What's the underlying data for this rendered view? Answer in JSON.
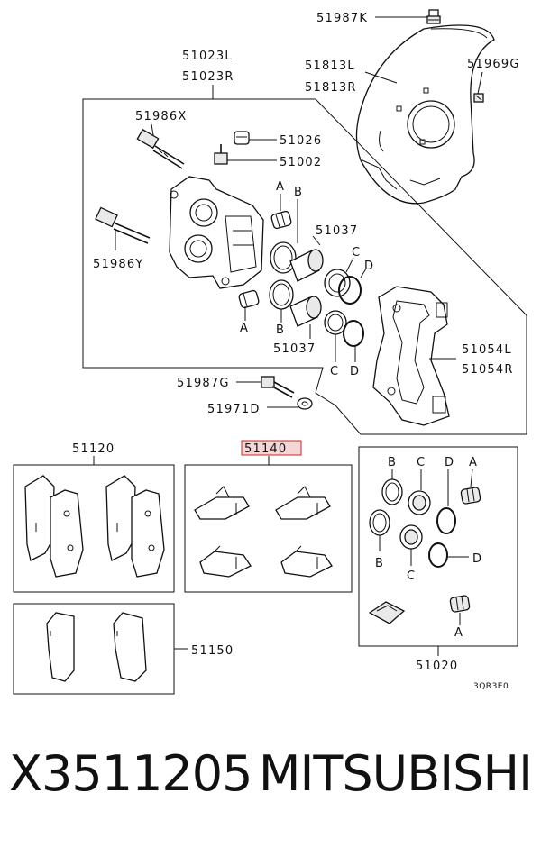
{
  "labels": {
    "p51987k": "51987K",
    "p51023l": "51023L",
    "p51023r": "51023R",
    "p51813l": "51813L",
    "p51813r": "51813R",
    "p51969g": "51969G",
    "p51986x": "51986X",
    "p51026": "51026",
    "p51002": "51002",
    "p51986y": "51986Y",
    "p51037a": "51037",
    "p51037b": "51037",
    "p51054l": "51054L",
    "p51054r": "51054R",
    "p51987g": "51987G",
    "p51971d": "51971D",
    "p51120": "51120",
    "p51140": "51140",
    "p51150": "51150",
    "p51020": "51020",
    "code": "3QR3E0"
  },
  "letters": {
    "a": "A",
    "b": "B",
    "c": "C",
    "d": "D"
  },
  "caption": {
    "part_number": "X3511205",
    "brand": "MITSUBISHI"
  },
  "colors": {
    "highlight": "#c62828"
  }
}
